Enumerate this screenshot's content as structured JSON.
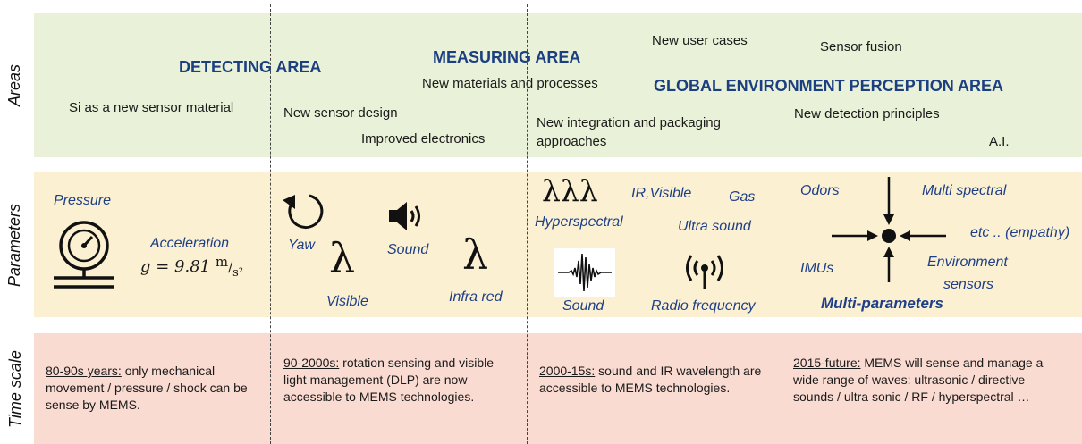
{
  "row_labels": {
    "areas": "Areas",
    "parameters": "Parameters",
    "time": "Time scale"
  },
  "areas": {
    "detecting": "DETECTING AREA",
    "measuring": "MEASURING AREA",
    "global": "GLOBAL ENVIRONMENT PERCEPTION AREA",
    "items": {
      "si": "Si as a new sensor material",
      "sensor_design": "New sensor design",
      "electronics": "Improved electronics",
      "materials": "New materials and processes",
      "user_cases": "New user cases",
      "integration_1": "New integration and packaging",
      "integration_2": "approaches",
      "fusion": "Sensor fusion",
      "detection": "New detection principles",
      "ai": "A.I."
    }
  },
  "parameters": {
    "pressure": "Pressure",
    "acceleration": "Acceleration",
    "formula_lhs": "g = 9.81",
    "formula_num": "m",
    "formula_den": "s²",
    "yaw": "Yaw",
    "sound_1": "Sound",
    "visible": "Visible",
    "infrared": "Infra red",
    "lambda": "λ",
    "lambda_triple": "λλλ",
    "ir_visible": "IR,Visible",
    "gas": "Gas",
    "hyperspectral": "Hyperspectral",
    "ultrasound": "Ultra sound",
    "sound_2": "Sound",
    "radio": "Radio frequency",
    "odors": "Odors",
    "multispectral": "Multi spectral",
    "etc": "etc .. (empathy)",
    "imus": "IMUs",
    "env_1": "Environment",
    "env_2": "sensors",
    "multi_params": "Multi-parameters"
  },
  "timescale": {
    "c1_head": "80-90s years:",
    "c1_body": " only mechanical movement / pressure / shock can be sense by MEMS.",
    "c2_head": "90-2000s:",
    "c2_body": " rotation sensing and visible light management (DLP) are now accessible to MEMS technologies.",
    "c3_head": "2000-15s:",
    "c3_body": " sound and IR wavelength are accessible to MEMS technologies.",
    "c4_head": "2015-future:",
    "c4_body": " MEMS will sense and manage a wide range of waves: ultrasonic / directive sounds / ultra sonic / RF / hyperspectral …"
  },
  "colors": {
    "areas_band": "#e9f2d8",
    "params_band": "#fbf0d2",
    "time_band": "#fadbd1",
    "heading": "#1c3f82"
  }
}
